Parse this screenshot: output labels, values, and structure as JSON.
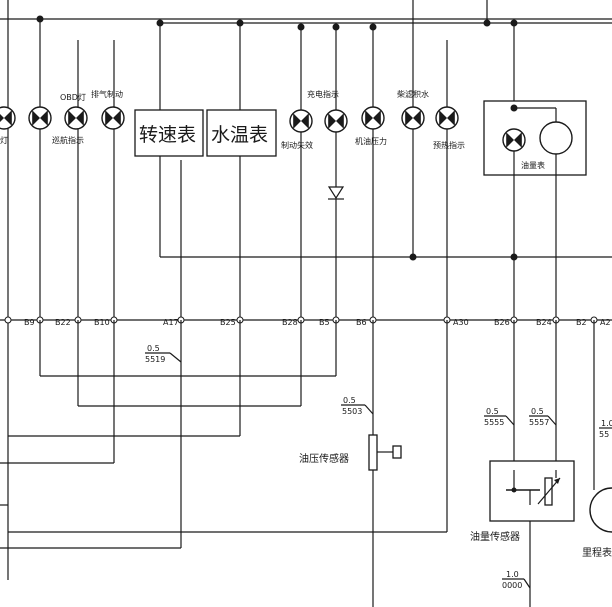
{
  "top_labels": {
    "obd": "OBD灯",
    "exhaust_brake": "排气制动",
    "charge": "充电指示",
    "diesel_water": "柴滤积水"
  },
  "bottom_labels": {
    "left_cut": "灯",
    "cruise": "巡航指示",
    "brake_fail": "制动失效",
    "oil_pressure": "机油压力",
    "preheat": "预热指示"
  },
  "gauges": {
    "tach": "转速表",
    "water_temp": "水温表",
    "fuel": "油量表",
    "odometer": "里程表"
  },
  "pins": {
    "b9": "B9",
    "b22": "B22",
    "b10": "B10",
    "a17": "A17",
    "b25": "B25",
    "b28": "B28",
    "b5": "B5",
    "b6": "B6",
    "a30": "A30",
    "b26": "B26",
    "b24": "B24",
    "b2": "B2",
    "a2": "A2"
  },
  "wires": {
    "w5519_size": "0.5",
    "w5519_code": "5519",
    "w5503_size": "0.5",
    "w5503_code": "5503",
    "w5555_size": "0.5",
    "w5555_code": "5555",
    "w5557_size": "0.5",
    "w5557_code": "5557",
    "w0000_size": "1.0",
    "w0000_code": "0000",
    "w_right_size": "1.0",
    "w_right_code": "55"
  },
  "sensors": {
    "oil_pressure_sensor": "油压传感器",
    "fuel_sensor": "油量传感器"
  }
}
